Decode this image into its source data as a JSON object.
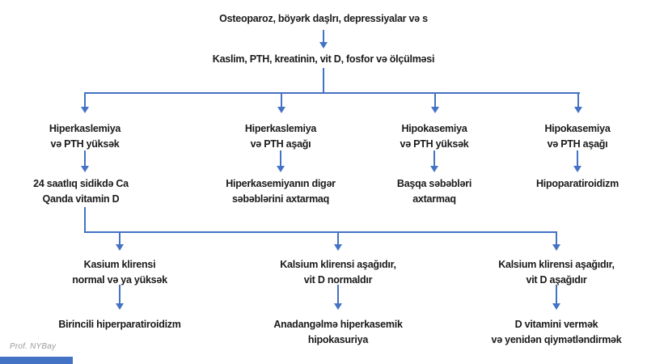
{
  "colors": {
    "arrow_blue": "#4472C4",
    "text_black": "#1a1a1a",
    "watermark_gray": "#9a9a9a",
    "footer_bar_blue": "#4472C4"
  },
  "flow": {
    "step1": "Osteoparoz, böyərk daşlrı, depressiyalar və s",
    "step2": "Kaslim, PTH, kreatinin, vit D, fosfor və ölçülməsi",
    "branches": [
      {
        "condition": [
          "Hiperkaslemiya",
          "və PTH yüksək"
        ],
        "result": [
          "24 saatlıq sidikdə Ca",
          "Qanda vitamin D"
        ]
      },
      {
        "condition": [
          "Hiperkaslemiya",
          "və PTH aşağı"
        ],
        "result": [
          "Hiperkasemiyanın digər",
          "səbəblərini axtarmaq"
        ]
      },
      {
        "condition": [
          "Hipokasemiya",
          "və PTH yüksək"
        ],
        "result": [
          "Başqa səbəbləri",
          "axtarmaq"
        ]
      },
      {
        "condition": [
          "Hipokasemiya",
          "və PTH aşağı"
        ],
        "result": [
          "Hipoparatiroidizm"
        ]
      }
    ],
    "subbranches": [
      {
        "condition": [
          "Kasium klirensi",
          "normal və ya yüksək"
        ],
        "result": [
          "Birincili hiperparatiroidizm"
        ]
      },
      {
        "condition": [
          "Kalsium klirensi aşağıdır,",
          "vit D normaldır"
        ],
        "result": [
          "Anadangəlmə hiperkasemik",
          "hipokasuriya"
        ]
      },
      {
        "condition": [
          "Kalsium klirensi aşağıdır,",
          "vit D aşağıdır"
        ],
        "result": [
          "D vitamini vermək",
          "və yenidən qiymətləndirmək"
        ]
      }
    ]
  },
  "watermark": "Prof. NYBay"
}
